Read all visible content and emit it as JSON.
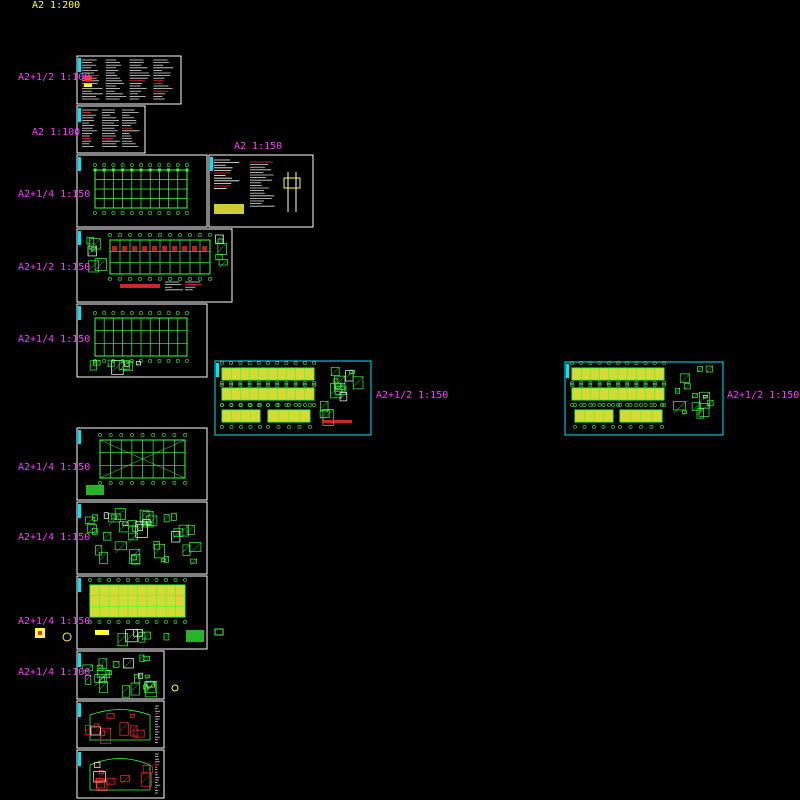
{
  "colors": {
    "background": "#000000",
    "frame": "#ffffff",
    "tab": "#00e5ff",
    "label": "#ff3cff",
    "label_top": "#ffff40",
    "grid": "#39ff3c",
    "hatch": "#ffff40",
    "red": "#ff3030"
  },
  "labels": {
    "top": "A2 1:200",
    "s1": "A2+1/2 1:100",
    "s2": "A2 1:100",
    "s3": "A2+1/4 1:150",
    "s3b": "A2 1:150",
    "s4": "A2+1/2 1:150",
    "s5": "A2+1/4 1:150",
    "s6": "A2+1/4 1:150",
    "s7": "A2+1/4 1:150",
    "s8": "A2+1/4 1:150",
    "s9": "A2+1/4 1:100",
    "mid": "A2+1/2 1:150",
    "right": "A2+1/2 1:150"
  }
}
